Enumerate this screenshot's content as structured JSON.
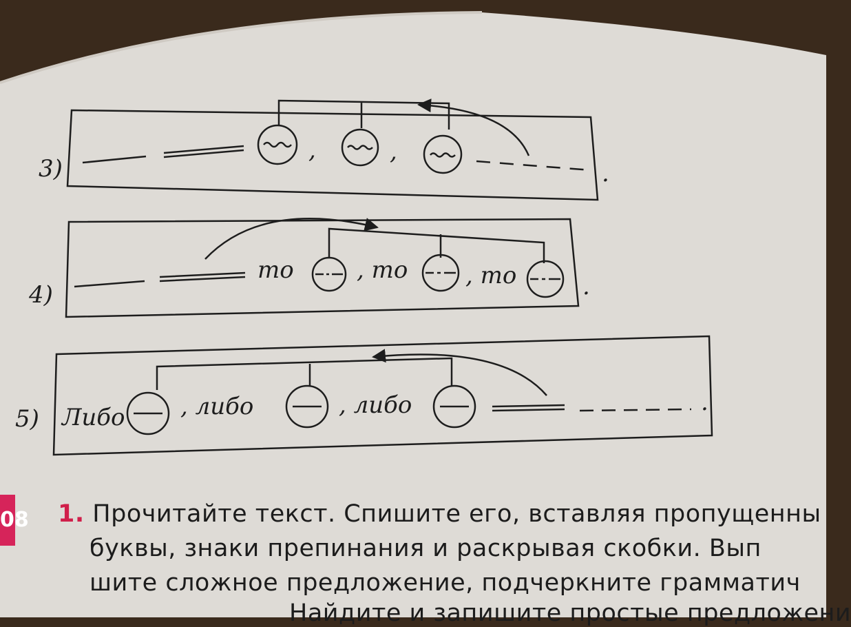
{
  "schemes": [
    {
      "number": "3)",
      "words": [
        ",",
        ",",
        "."
      ]
    },
    {
      "number": "4)",
      "words": [
        "то",
        ", то",
        ", то",
        "."
      ]
    },
    {
      "number": "5)",
      "words": [
        "Либо",
        ", либо",
        ", либо",
        "."
      ]
    }
  ],
  "page_number": "08",
  "exercise": {
    "number": "1.",
    "lines": [
      "Прочитайте текст. Спишите его, вставляя пропущенны",
      "буквы, знаки препинания и раскрывая скобки. Вып",
      "шите сложное предложение, подчеркните грамматич",
      "Найдите и запишите простые предложени"
    ]
  },
  "colors": {
    "page": "#dedbd6",
    "ink": "#1d1d1d",
    "accent": "#d6245a",
    "background": "#3a2a1c"
  }
}
